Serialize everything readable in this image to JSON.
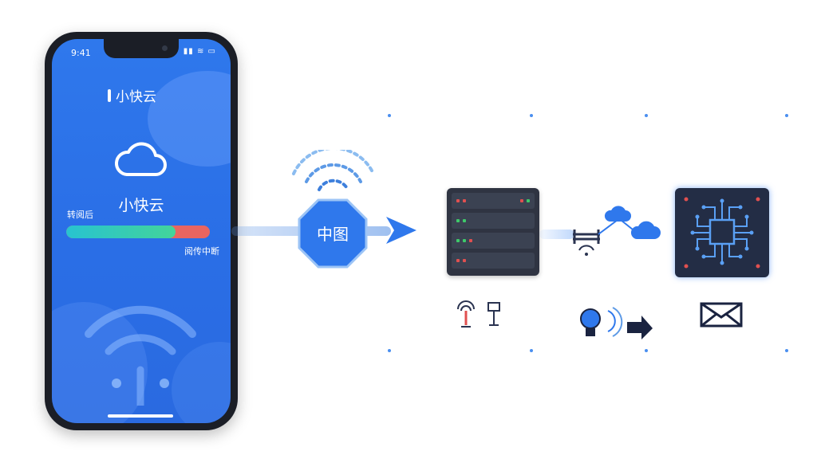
{
  "phone": {
    "status_time": "9:41",
    "status_icons": "▮▮ ≋ ▭",
    "header_title": "小快云",
    "app_name": "小快云",
    "progress_label": "转阅后",
    "progress_value": 0.76,
    "progress_status": "阅传中断",
    "colors": {
      "screen": "#2f78ec",
      "fill_start": "#28c3d0",
      "fill_end": "#43d49a",
      "track": "#e96560"
    }
  },
  "flow": {
    "node_label": "中图",
    "icons": [
      "cloud-icon",
      "wifi-icon",
      "server-rack-icon",
      "cloud-network-icon",
      "chip-icon",
      "envelope-icon",
      "lightbulb-icon",
      "arrow-right-icon",
      "antenna-icon"
    ],
    "colors": {
      "accent": "#2f78ec",
      "server": "#2f3442",
      "chip_bg": "#232d45"
    }
  }
}
